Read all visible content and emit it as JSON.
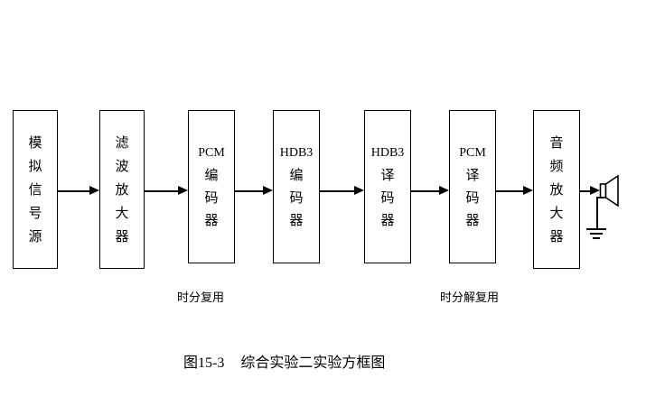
{
  "diagram": {
    "caption_id": "图15-3",
    "caption_text": "综合实验二实验方框图",
    "blocks": [
      {
        "id": "analog-signal-source",
        "lines": [
          "模",
          "拟",
          "信",
          "号",
          "源"
        ],
        "script": "cjk"
      },
      {
        "id": "filter-amplifier",
        "lines": [
          "滤",
          "波",
          "放",
          "大",
          "器"
        ],
        "script": "cjk"
      },
      {
        "id": "pcm-encoder",
        "lines": [
          "PCM",
          "编",
          "码",
          "器"
        ],
        "script": "mixed"
      },
      {
        "id": "hdb3-encoder",
        "lines": [
          "HDB3",
          "编",
          "码",
          "器"
        ],
        "script": "mixed"
      },
      {
        "id": "hdb3-decoder",
        "lines": [
          "HDB3",
          "译",
          "码",
          "器"
        ],
        "script": "mixed"
      },
      {
        "id": "pcm-decoder",
        "lines": [
          "PCM",
          "译",
          "码",
          "器"
        ],
        "script": "mixed"
      },
      {
        "id": "audio-amplifier",
        "lines": [
          "音",
          "频",
          "放",
          "大",
          "器"
        ],
        "script": "cjk"
      }
    ],
    "annotations": [
      {
        "id": "time-division-multiplexing",
        "text": "时分复用"
      },
      {
        "id": "time-division-demultiplexing",
        "text": "时分解复用"
      }
    ],
    "symbols": {
      "speaker": "speaker-icon",
      "ground": "ground-icon"
    },
    "colors": {
      "stroke": "#000000",
      "background": "#ffffff"
    }
  }
}
